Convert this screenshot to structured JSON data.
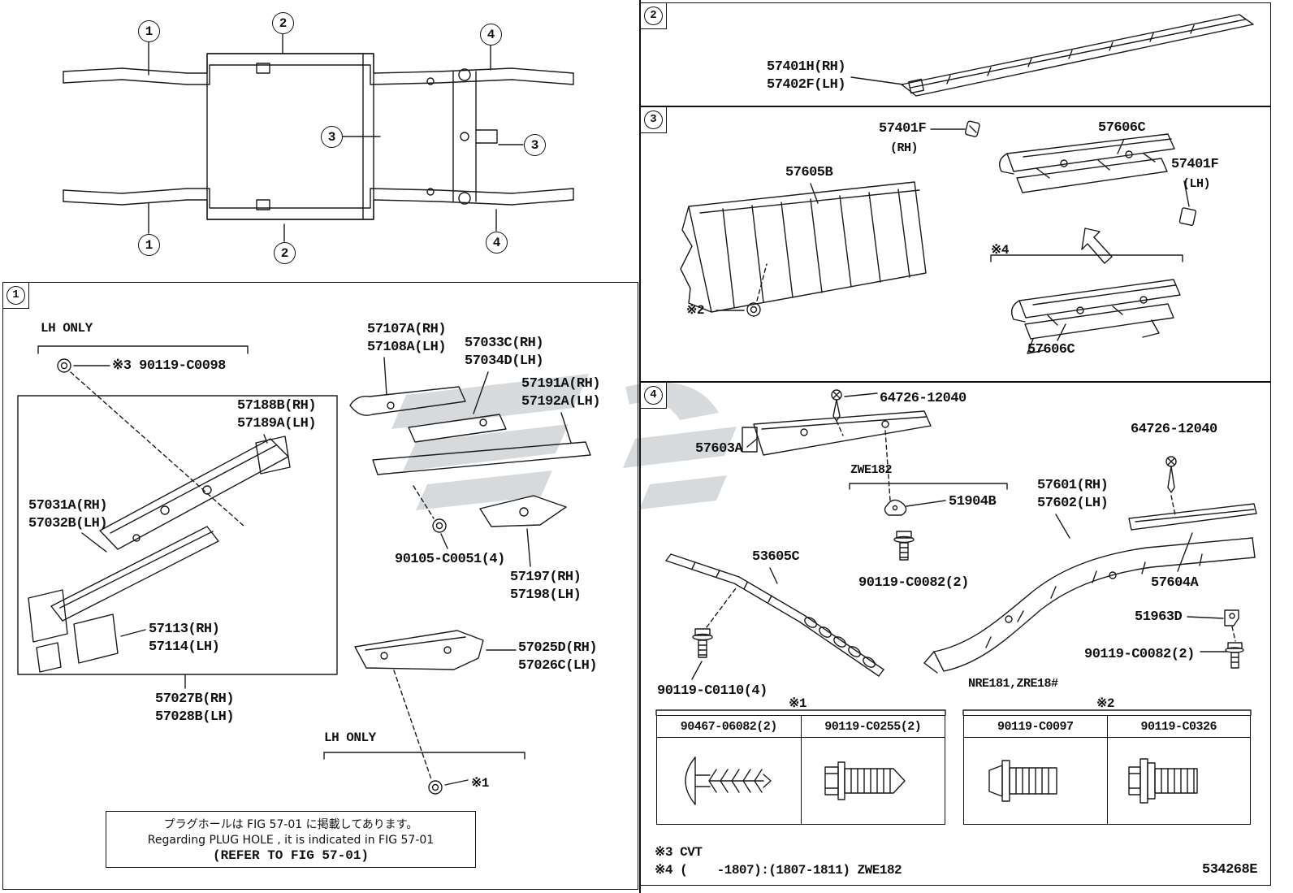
{
  "page": {
    "code": "534268E"
  },
  "symbols": {
    "star1": "※1",
    "star2": "※2",
    "star4": "※4"
  },
  "overview": {
    "c1": "1",
    "c2": "2",
    "c3": "3",
    "c4": "4"
  },
  "section1": {
    "num": "1",
    "lh_only": "LH ONLY",
    "parts": {
      "bolt_note": "※3 90119-C0098",
      "p57188b": "57188B(RH)",
      "p57189a": "57189A(LH)",
      "p57107a": "57107A(RH)",
      "p57108a": "57108A(LH)",
      "p57033c": "57033C(RH)",
      "p57034d": "57034D(LH)",
      "p57191a": "57191A(RH)",
      "p57192a": "57192A(LH)",
      "p57031a": "57031A(RH)",
      "p57032b": "57032B(LH)",
      "p90105": "90105-C0051(4)",
      "p57197": "57197(RH)",
      "p57198": "57198(LH)",
      "p57113": "57113(RH)",
      "p57114": "57114(LH)",
      "p57025d": "57025D(RH)",
      "p57026c": "57026C(LH)",
      "p57027b": "57027B(RH)",
      "p57028b": "57028B(LH)"
    },
    "note": {
      "jp": "プラグホールは FIG 57-01 に掲載してあります。",
      "en": "Regarding PLUG HOLE , it is indicated in FIG 57-01",
      "ref": "(REFER TO FIG 57-01)"
    }
  },
  "section2": {
    "num": "2",
    "parts": {
      "p57401h": "57401H(RH)",
      "p57402f": "57402F(LH)"
    }
  },
  "section3": {
    "num": "3",
    "parts": {
      "p57401f": "57401F",
      "rh_tag": "(RH)",
      "lh_tag": "(LH)",
      "p57606c": "57606C",
      "p57605b": "57605B"
    }
  },
  "section4": {
    "num": "4",
    "parts": {
      "p64726": "64726-12040",
      "p57603a": "57603A",
      "zwe182": "ZWE182",
      "p51904b": "51904B",
      "p57601": "57601(RH)",
      "p57602": "57602(LH)",
      "p53605c": "53605C",
      "p90119_c0082": "90119-C0082(2)",
      "p57604a": "57604A",
      "p51963d": "51963D",
      "p90119_c0110": "90119-C0110(4)",
      "models": "NRE181,ZRE18#"
    },
    "table1": {
      "col1": "90467-06082(2)",
      "col2": "90119-C0255(2)"
    },
    "table2": {
      "col1": "90119-C0097",
      "col2": "90119-C0326"
    },
    "note_cvt": "※3 CVT",
    "note_range": "※4 (    -1807):(1807-1811) ZWE182"
  }
}
